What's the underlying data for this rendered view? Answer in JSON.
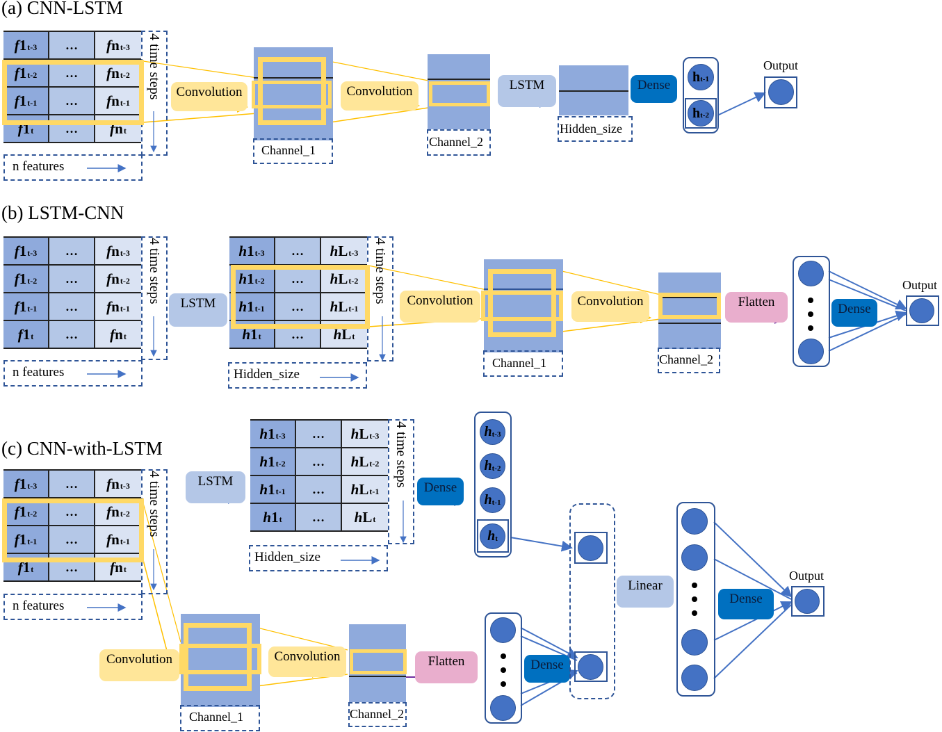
{
  "colors": {
    "feature_col1": "#8faadc",
    "feature_col2": "#b4c7e7",
    "feature_col3": "#dae3f3",
    "kernel": "#ffd966",
    "convolution": "#ffe699",
    "lstm": "#b4c7e7",
    "dense": "#0070c0",
    "flatten": "#e9aecd",
    "linear": "#b4c7e7",
    "node": "#4472c4",
    "outline": "#2f5597"
  },
  "panel_a": {
    "title": "(a) CNN-LSTM",
    "input_grid": [
      [
        {
          "main": "f1",
          "sub": "t-3"
        },
        {
          "main": "…",
          "sub": ""
        },
        {
          "main": "fn",
          "sub": "t-3"
        }
      ],
      [
        {
          "main": "f1",
          "sub": "t-2"
        },
        {
          "main": "…",
          "sub": ""
        },
        {
          "main": "fn",
          "sub": "t-2"
        }
      ],
      [
        {
          "main": "f1",
          "sub": "t-1"
        },
        {
          "main": "…",
          "sub": ""
        },
        {
          "main": "fn",
          "sub": "t-1"
        }
      ],
      [
        {
          "main": "f1",
          "sub": "t"
        },
        {
          "main": "…",
          "sub": ""
        },
        {
          "main": "fn",
          "sub": "t"
        }
      ]
    ],
    "time_steps_label": "4 time steps",
    "features_label": "n features",
    "conv1_label": "Convolution",
    "channel1_label": "Channel_1",
    "conv2_label": "Convolution",
    "channel2_label": "Channel_2",
    "lstm_label": "LSTM",
    "hidden_label": "Hidden_size",
    "dense_label": "Dense",
    "nodes": [
      {
        "main": "h",
        "sub": "t-1"
      },
      {
        "main": "h",
        "sub": "t-2"
      }
    ],
    "output_label": "Output"
  },
  "panel_b": {
    "title": "(b) LSTM-CNN",
    "input_grid": [
      [
        {
          "main": "f1",
          "sub": "t-3"
        },
        {
          "main": "…",
          "sub": ""
        },
        {
          "main": "fn",
          "sub": "t-3"
        }
      ],
      [
        {
          "main": "f1",
          "sub": "t-2"
        },
        {
          "main": "…",
          "sub": ""
        },
        {
          "main": "fn",
          "sub": "t-2"
        }
      ],
      [
        {
          "main": "f1",
          "sub": "t-1"
        },
        {
          "main": "…",
          "sub": ""
        },
        {
          "main": "fn",
          "sub": "t-1"
        }
      ],
      [
        {
          "main": "f1",
          "sub": "t"
        },
        {
          "main": "…",
          "sub": ""
        },
        {
          "main": "fn",
          "sub": "t"
        }
      ]
    ],
    "time_steps_label": "4 time steps",
    "features_label": "n features",
    "lstm_label": "LSTM",
    "hidden_grid": [
      [
        {
          "main": "h1",
          "sub": "t-3"
        },
        {
          "main": "…",
          "sub": ""
        },
        {
          "main": "hL",
          "sub": "t-3"
        }
      ],
      [
        {
          "main": "h1",
          "sub": "t-2"
        },
        {
          "main": "…",
          "sub": ""
        },
        {
          "main": "hL",
          "sub": "t-2"
        }
      ],
      [
        {
          "main": "h1",
          "sub": "t-1"
        },
        {
          "main": "…",
          "sub": ""
        },
        {
          "main": "hL",
          "sub": "t-1"
        }
      ],
      [
        {
          "main": "h1",
          "sub": "t"
        },
        {
          "main": "…",
          "sub": ""
        },
        {
          "main": "hL",
          "sub": "t"
        }
      ]
    ],
    "hidden_time_steps_label": "4 time steps",
    "hidden_label": "Hidden_size",
    "conv1_label": "Convolution",
    "channel1_label": "Channel_1",
    "conv2_label": "Convolution",
    "channel2_label": "Channel_2",
    "flatten_label": "Flatten",
    "dense_label": "Dense",
    "output_label": "Output"
  },
  "panel_c": {
    "title": "(c) CNN-with-LSTM",
    "input_grid": [
      [
        {
          "main": "f1",
          "sub": "t-3"
        },
        {
          "main": "…",
          "sub": ""
        },
        {
          "main": "fn",
          "sub": "t-3"
        }
      ],
      [
        {
          "main": "f1",
          "sub": "t-2"
        },
        {
          "main": "…",
          "sub": ""
        },
        {
          "main": "fn",
          "sub": "t-2"
        }
      ],
      [
        {
          "main": "f1",
          "sub": "t-1"
        },
        {
          "main": "…",
          "sub": ""
        },
        {
          "main": "fn",
          "sub": "t-1"
        }
      ],
      [
        {
          "main": "f1",
          "sub": "t"
        },
        {
          "main": "…",
          "sub": ""
        },
        {
          "main": "fn",
          "sub": "t"
        }
      ]
    ],
    "time_steps_label": "4 time steps",
    "features_label": "n features",
    "lstm_label": "LSTM",
    "hidden_grid": [
      [
        {
          "main": "h1",
          "sub": "t-3"
        },
        {
          "main": "…",
          "sub": ""
        },
        {
          "main": "hL",
          "sub": "t-3"
        }
      ],
      [
        {
          "main": "h1",
          "sub": "t-2"
        },
        {
          "main": "…",
          "sub": ""
        },
        {
          "main": "hL",
          "sub": "t-2"
        }
      ],
      [
        {
          "main": "h1",
          "sub": "t-1"
        },
        {
          "main": "…",
          "sub": ""
        },
        {
          "main": "hL",
          "sub": "t-1"
        }
      ],
      [
        {
          "main": "h1",
          "sub": "t"
        },
        {
          "main": "…",
          "sub": ""
        },
        {
          "main": "hL",
          "sub": "t"
        }
      ]
    ],
    "hidden_time_steps_label": "4 time steps",
    "hidden_label": "Hidden_size",
    "dense_top_label": "Dense",
    "h_nodes": [
      {
        "main": "h",
        "sub": "t-3"
      },
      {
        "main": "h",
        "sub": "t-2"
      },
      {
        "main": "h",
        "sub": "t-1"
      },
      {
        "main": "h",
        "sub": "t"
      }
    ],
    "conv1_label": "Convolution",
    "channel1_label": "Channel_1",
    "conv2_label": "Convolution",
    "channel2_label": "Channel_2",
    "flatten_label": "Flatten",
    "dense_bottom_label": "Dense",
    "linear_label": "Linear",
    "dense_final_label": "Dense",
    "output_label": "Output"
  }
}
